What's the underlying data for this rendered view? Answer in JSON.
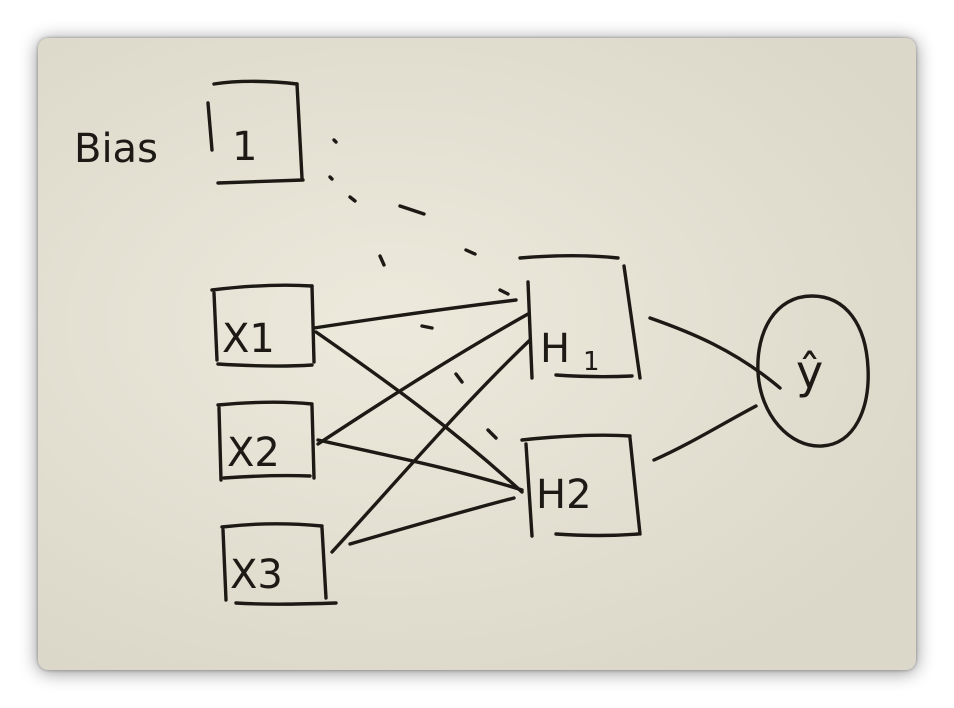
{
  "diagram": {
    "bias": {
      "word": "Bias",
      "value": "1"
    },
    "inputs": [
      {
        "id": "x1",
        "label": "X1"
      },
      {
        "id": "x2",
        "label": "X2"
      },
      {
        "id": "x3",
        "label": "X3"
      }
    ],
    "hidden": [
      {
        "id": "h1",
        "label": "H",
        "subscript": "1"
      },
      {
        "id": "h2",
        "label": "H2"
      }
    ],
    "output": {
      "id": "yhat",
      "label": "ŷ"
    },
    "ink_color": "#1d1a16",
    "board_color": "#e9e5d6"
  }
}
